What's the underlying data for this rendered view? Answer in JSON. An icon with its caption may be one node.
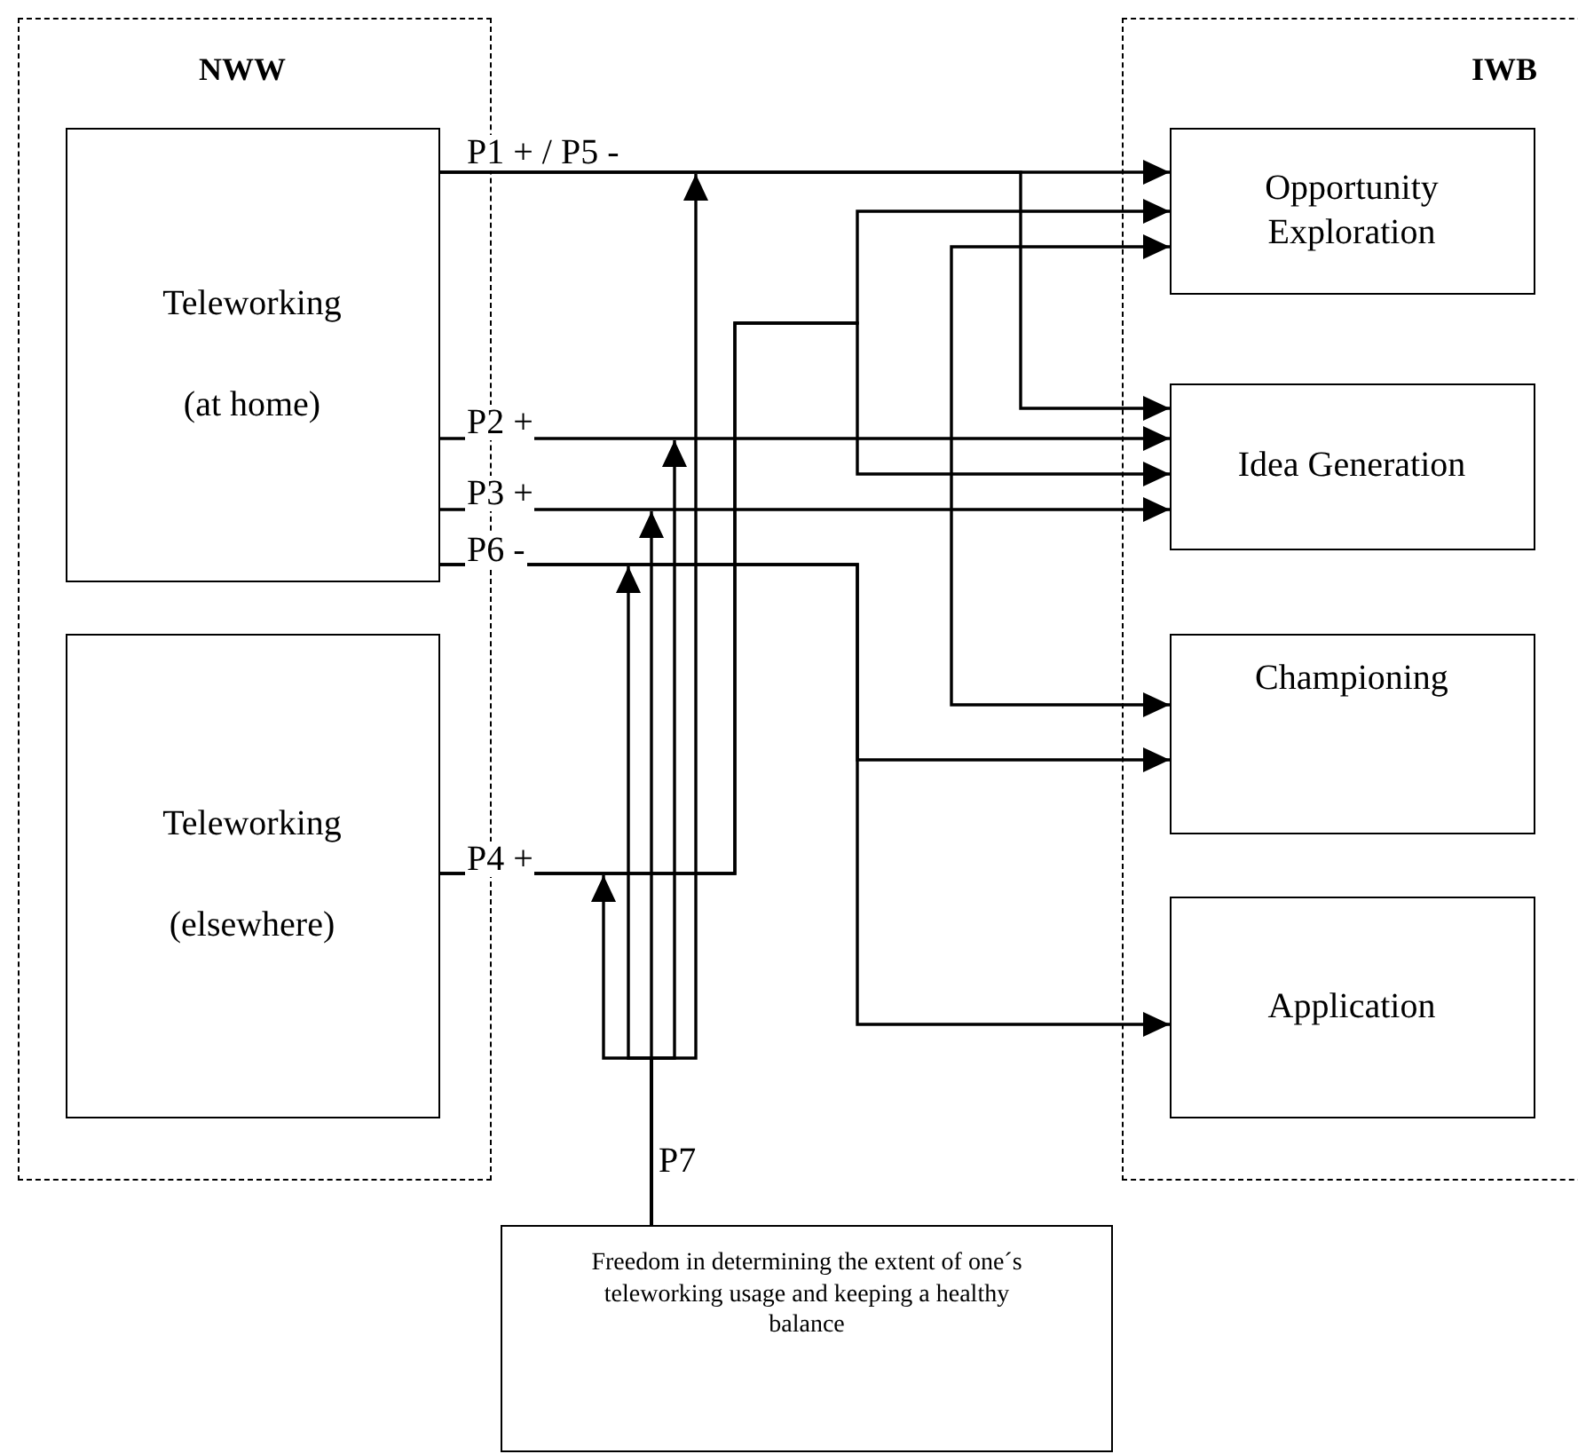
{
  "diagram": {
    "nodes": [
      {
        "text": [
          "NWW"
        ]
      },
      {
        "text": [
          "Teleworking",
          "(at home)"
        ],
        "in": 0
      },
      {
        "text": [
          "Teleworking",
          "(elsewhere)"
        ],
        "in": 0
      },
      {
        "text": [
          "IWB"
        ]
      },
      {
        "text": [
          "Opportunity Exploration"
        ],
        "in": 3
      },
      {
        "text": [
          "Idea Generation"
        ],
        "in": 3
      },
      {
        "text": [
          "Championing"
        ],
        "in": 3
      },
      {
        "text": [
          "Application"
        ],
        "in": 3
      },
      {
        "text": [
          "Freedom in determining the extent of one´s teleworking usage and keeping a healthy balance"
        ]
      }
    ],
    "edges": [
      {
        "from": 1,
        "to": 4,
        "arrow": "to",
        "label": "P1 + / P5 -"
      },
      {
        "from": 1,
        "to": 5,
        "arrow": "to"
      },
      {
        "from": 1,
        "to": 5,
        "arrow": "to",
        "label": "P2 +"
      },
      {
        "from": 1,
        "to": 5,
        "arrow": "to",
        "label": "P3 +"
      },
      {
        "from": 1,
        "to": 6,
        "arrow": "to",
        "label": "P6 -"
      },
      {
        "from": 1,
        "to": 7,
        "arrow": "to"
      },
      {
        "from": 2,
        "to": 4,
        "arrow": "to",
        "label": "P4 +"
      },
      {
        "from": 2,
        "to": 5,
        "arrow": "to"
      },
      {
        "from": 4,
        "to": 6,
        "arrow": "both"
      },
      {
        "from": 8,
        "to": null,
        "arrow": "to",
        "label": "P7"
      },
      {
        "from": 8,
        "to": null,
        "arrow": "to"
      },
      {
        "from": 8,
        "to": null,
        "arrow": "to"
      },
      {
        "from": 8,
        "to": null,
        "arrow": "to"
      },
      {
        "from": 8,
        "to": null,
        "arrow": "to"
      }
    ]
  }
}
